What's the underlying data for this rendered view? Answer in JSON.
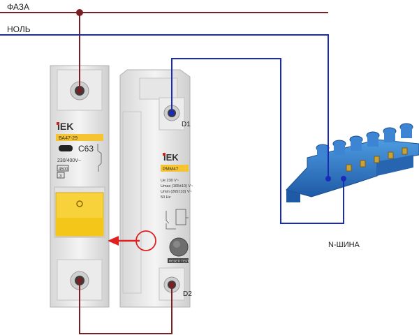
{
  "labels": {
    "phase": "ФАЗА",
    "neutral": "НОЛЬ",
    "n_bus": "N-ШИНА",
    "terminal_d1": "D1",
    "terminal_d2": "D2"
  },
  "breaker": {
    "brand": "IEK",
    "model": "ВА47-29",
    "rating": "C63",
    "voltage": "230/400V~",
    "breaking_capacity": "4500",
    "class": "3"
  },
  "release_module": {
    "brand": "IEK",
    "model": "РММ47",
    "spec_lines": [
      "Ue 230 V~",
      "Umax (165±10) V~",
      "Umin (265±10) V~",
      "50 Hz"
    ],
    "button_caption": "RESET/ TEST"
  },
  "colors": {
    "phase_wire": "#7a1f24",
    "neutral_wire": "#1a2bb8",
    "bus_body": "#2a6fc0",
    "brand_red": "#d42020",
    "label_yellow": "#f6c431",
    "toggle_yellow": "#f8d23a",
    "arrow": "#e02020"
  }
}
